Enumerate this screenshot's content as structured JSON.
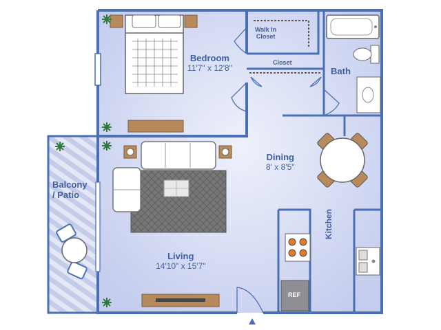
{
  "rooms": {
    "bedroom": {
      "name": "Bedroom",
      "dims": "11'7\" x 12'8\""
    },
    "walk_in_closet": {
      "line1": "Walk In",
      "line2": "Closet"
    },
    "closet": {
      "name": "Closet"
    },
    "bath": {
      "name": "Bath"
    },
    "dining": {
      "name": "Dining",
      "dims": "8' x 8'5\""
    },
    "balcony": {
      "line1": "Balcony",
      "line2": "/ Patio"
    },
    "living": {
      "name": "Living",
      "dims": "14'10\" x 15'7\""
    },
    "kitchen": {
      "name": "Kitchen"
    },
    "ref": {
      "label": "REF"
    }
  },
  "colors": {
    "wall": "#4a6fb5",
    "floor": "#cfd6f0",
    "floor_light": "#e6eaf8",
    "balcony_stripe": "#aeb8de",
    "text": "#3f5fa0",
    "furniture_fill": "#ffffff",
    "rug": "#6f6f6f",
    "wood": "#b78a5c",
    "plant": "#2f7a3a"
  },
  "icons": [
    "bed-icon",
    "sofa-icon",
    "dining-table-icon",
    "stove-icon",
    "sink-icon",
    "toilet-icon",
    "bathtub-icon",
    "refrigerator-icon",
    "plant-icon",
    "patio-chair-icon",
    "entry-arrow-icon"
  ]
}
